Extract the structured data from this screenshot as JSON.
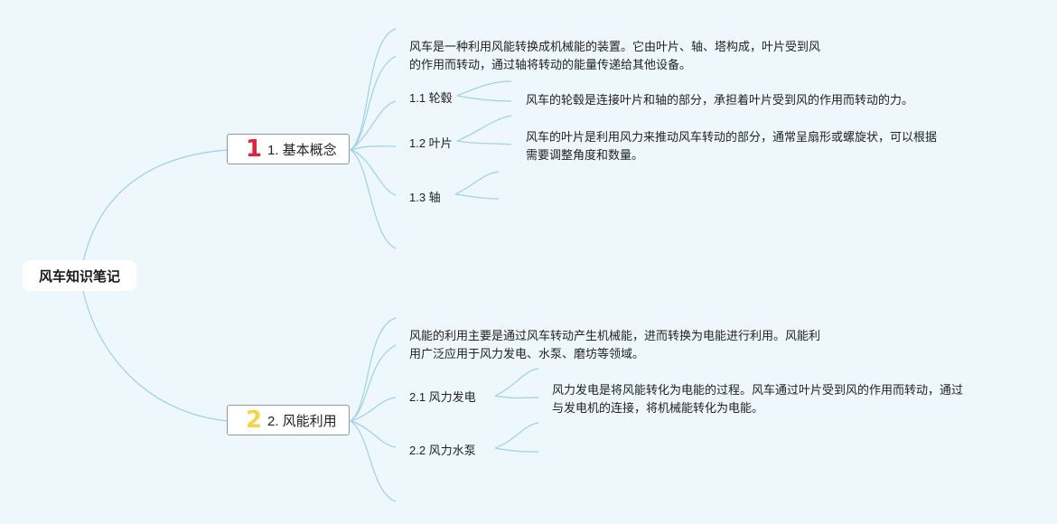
{
  "root": {
    "label": "风车知识笔记"
  },
  "colors": {
    "link": "#9dd2e6",
    "badge1": "#e3233b",
    "badge2": "#f5d63d"
  },
  "branches": [
    {
      "badge": "1",
      "label": "1. 基本概念",
      "intro_lines": [
        "风车是一种利用风能转换成机械能的装置。它由叶片、轴、塔构成，叶片受到风",
        "的作用而转动，通过轴将转动的能量传递给其他设备。"
      ],
      "subs": [
        {
          "label": "1.1 轮毂",
          "detail_lines": [
            "风车的轮毂是连接叶片和轴的部分，承担着叶片受到风的作用而转动的力。"
          ]
        },
        {
          "label": "1.2 叶片",
          "detail_lines": [
            "风车的叶片是利用风力来推动风车转动的部分，通常呈扇形或螺旋状，可以根据",
            "需要调整角度和数量。"
          ]
        },
        {
          "label": "1.3 轴",
          "detail_lines": []
        }
      ]
    },
    {
      "badge": "2",
      "label": "2. 风能利用",
      "intro_lines": [
        "风能的利用主要是通过风车转动产生机械能，进而转换为电能进行利用。风能利",
        "用广泛应用于风力发电、水泵、磨坊等领域。"
      ],
      "subs": [
        {
          "label": "2.1 风力发电",
          "detail_lines": [
            "风力发电是将风能转化为电能的过程。风车通过叶片受到风的作用而转动，通过",
            "与发电机的连接，将机械能转化为电能。"
          ]
        },
        {
          "label": "2.2 风力水泵",
          "detail_lines": []
        }
      ]
    }
  ]
}
